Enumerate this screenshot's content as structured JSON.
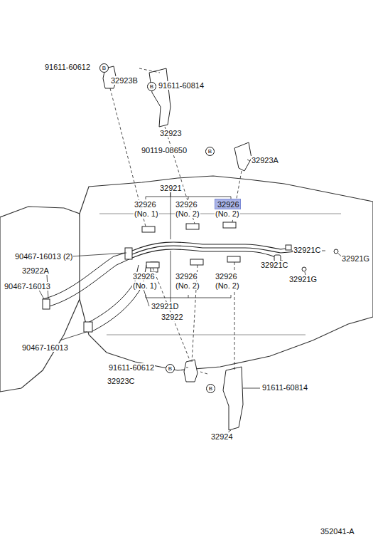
{
  "diagram": {
    "nodes": [
      {
        "text": [
          "32926"
        ]
      }
    ],
    "labels": [
      "91611-60612",
      "B",
      "32923B",
      "B",
      "91611-60814",
      "32923",
      "90119-08650",
      "B",
      "32923A",
      "32921",
      "32926",
      "(No. 1)",
      "32926",
      "(No. 2)",
      "(No. 2)",
      "90467-16013 (2)",
      "32922A",
      "90467-16013",
      "32926",
      "(No. 1)",
      "32926",
      "(No. 2)",
      "32926",
      "(No. 2)",
      "32921C",
      "32921G",
      "32921C",
      "32921G",
      "32921D",
      "32922",
      "90467-16013",
      "91611-60612",
      "B",
      "32923C",
      "B",
      "91611-60814",
      "32924",
      "352041-A"
    ]
  }
}
